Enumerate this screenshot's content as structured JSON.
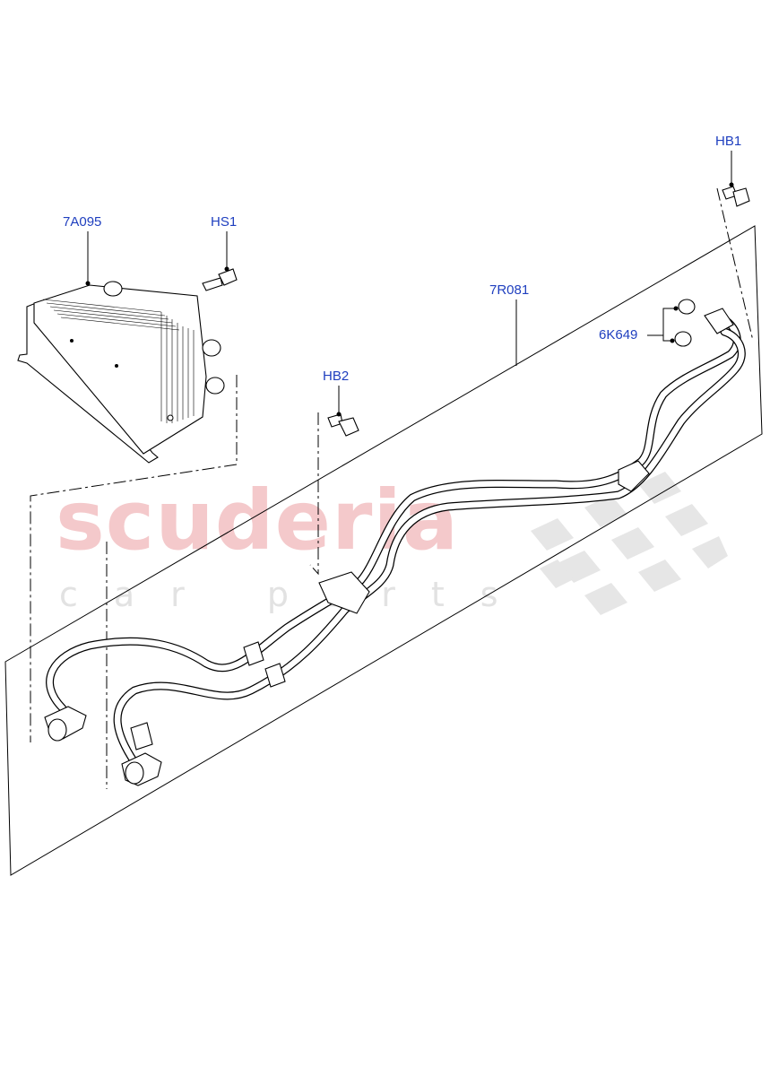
{
  "watermark": {
    "brand": "scuderia",
    "tagline": "car parts"
  },
  "callouts": {
    "oil_cooler": "7A095",
    "cooler_bolt": "HS1",
    "pipe_assembly": "7R081",
    "bracket_bolt_right": "HB1",
    "bracket_bolt_center": "HB2",
    "o_rings": "6K649"
  },
  "colors": {
    "callout_text": "#1f3fbf",
    "line_art": "#000000",
    "watermark_red": "#f4c9cb",
    "watermark_grey": "#e2e2e2"
  }
}
